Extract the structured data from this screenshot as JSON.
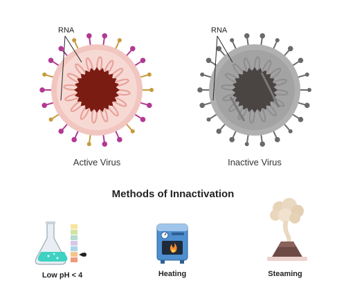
{
  "viruses": {
    "active": {
      "rna_label": "RNA",
      "caption": "Active  Virus"
    },
    "inactive": {
      "rna_label": "RNA",
      "caption": "Inactive Virus"
    }
  },
  "heading": "Methods of Innactivation",
  "methods": [
    {
      "label": "Low pH < 4",
      "icon": "flask-ph-icon"
    },
    {
      "label": "Heating",
      "icon": "heater-icon"
    },
    {
      "label": "Steaming",
      "icon": "steam-icon"
    }
  ],
  "colors": {
    "active_outer": "#f2c6c0",
    "active_ring": "#e8a29a",
    "active_core": "#7b1c12",
    "spike_magenta": "#b23a93",
    "spike_gold": "#c69a3a",
    "inactive_outer": "#b0b0b0",
    "inactive_ring": "#8f8f8f",
    "inactive_core": "#4a4443",
    "spike_gray": "#6a6a6a"
  }
}
